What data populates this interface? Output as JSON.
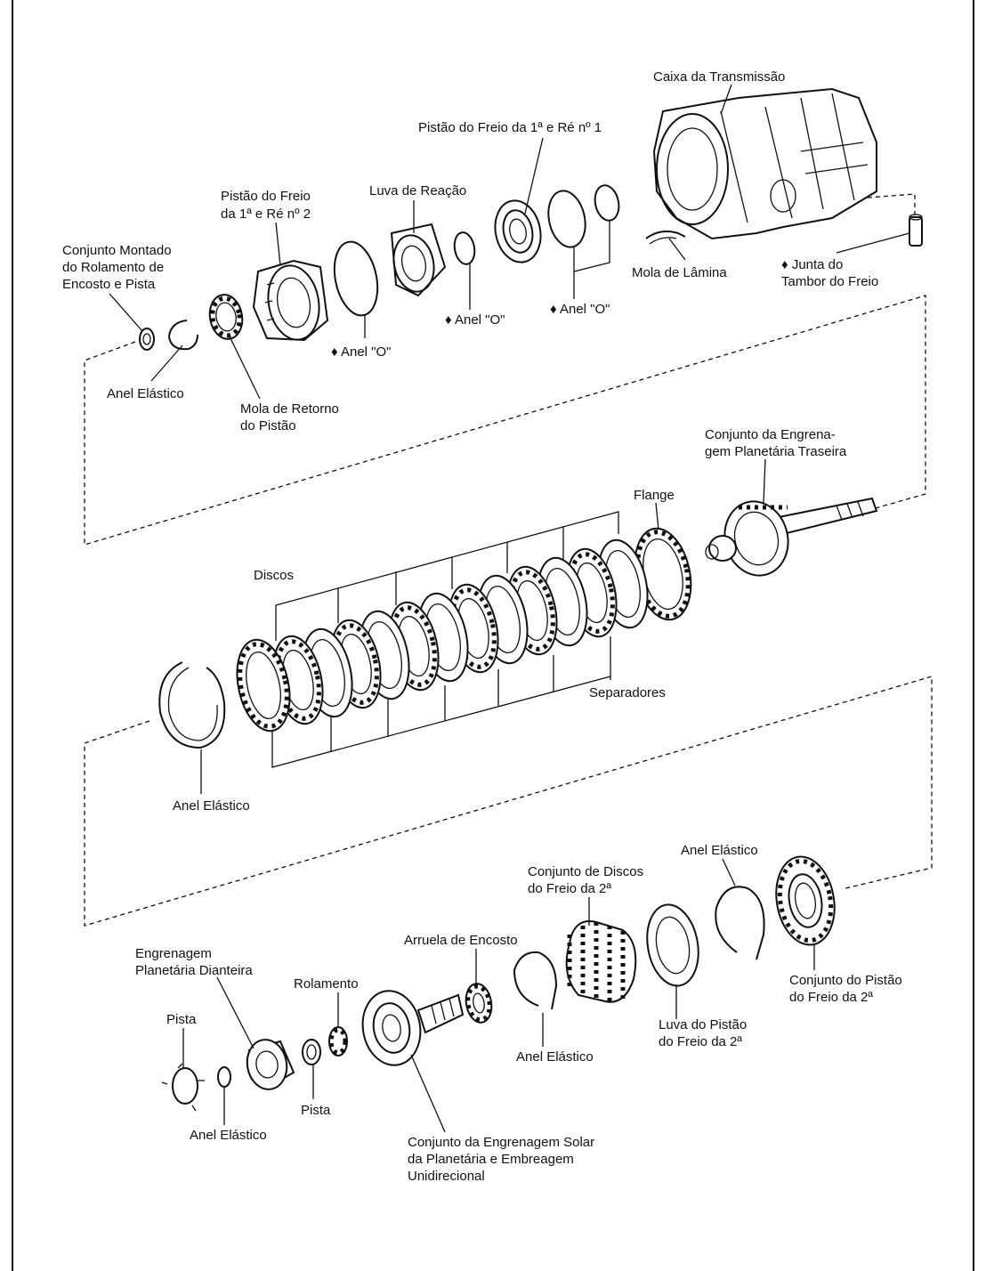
{
  "diagram": {
    "labels": {
      "caixa": "Caixa da Transmissão",
      "pistao1_l1": "Pistão do Freio da 1ª e Ré nº 1",
      "luva_reacao": "Luva de Reação",
      "pistao2_l1": "Pistão do Freio",
      "pistao2_l2": "da 1ª e Ré nº 2",
      "cmrep_l1": "Conjunto Montado",
      "cmrep_l2": "do Rolamento de",
      "cmrep_l3": "Encosto e Pista",
      "anel_o_1": "♦ Anel \"O\"",
      "anel_o_2": "♦ Anel \"O\"",
      "anel_o_3": "♦ Anel \"O\"",
      "mola_lamina": "Mola de Lâmina",
      "junta_l1": "♦ Junta do",
      "junta_l2": "Tambor do Freio",
      "anel_elastico_1": "Anel Elástico",
      "mola_retorno_l1": "Mola de Retorno",
      "mola_retorno_l2": "do Pistão",
      "planet_tras_l1": "Conjunto da Engrena-",
      "planet_tras_l2": "gem Planetária Traseira",
      "flange": "Flange",
      "discos": "Discos",
      "separadores": "Separadores",
      "anel_elastico_2": "Anel Elástico",
      "anel_elastico_3": "Anel Elástico",
      "discos2_l1": "Conjunto de Discos",
      "discos2_l2": "do Freio da 2ª",
      "arruela": "Arruela de Encosto",
      "eng_plan_l1": "Engrenagem",
      "eng_plan_l2": "Planetária Dianteira",
      "rolamento": "Rolamento",
      "pista_1": "Pista",
      "pista_2": "Pista",
      "anel_elastico_4": "Anel Elástico",
      "anel_elastico_5": "Anel Elástico",
      "solar_l1": "Conjunto da Engrenagem Solar",
      "solar_l2": "da Planetária e Embreagem",
      "solar_l3": "Unidirecional",
      "luva_pistao_l1": "Luva do Pistão",
      "luva_pistao_l2": "do Freio da 2ª",
      "pistao_freio2_l1": "Conjunto do Pistão",
      "pistao_freio2_l2": "do Freio da 2ª"
    }
  }
}
